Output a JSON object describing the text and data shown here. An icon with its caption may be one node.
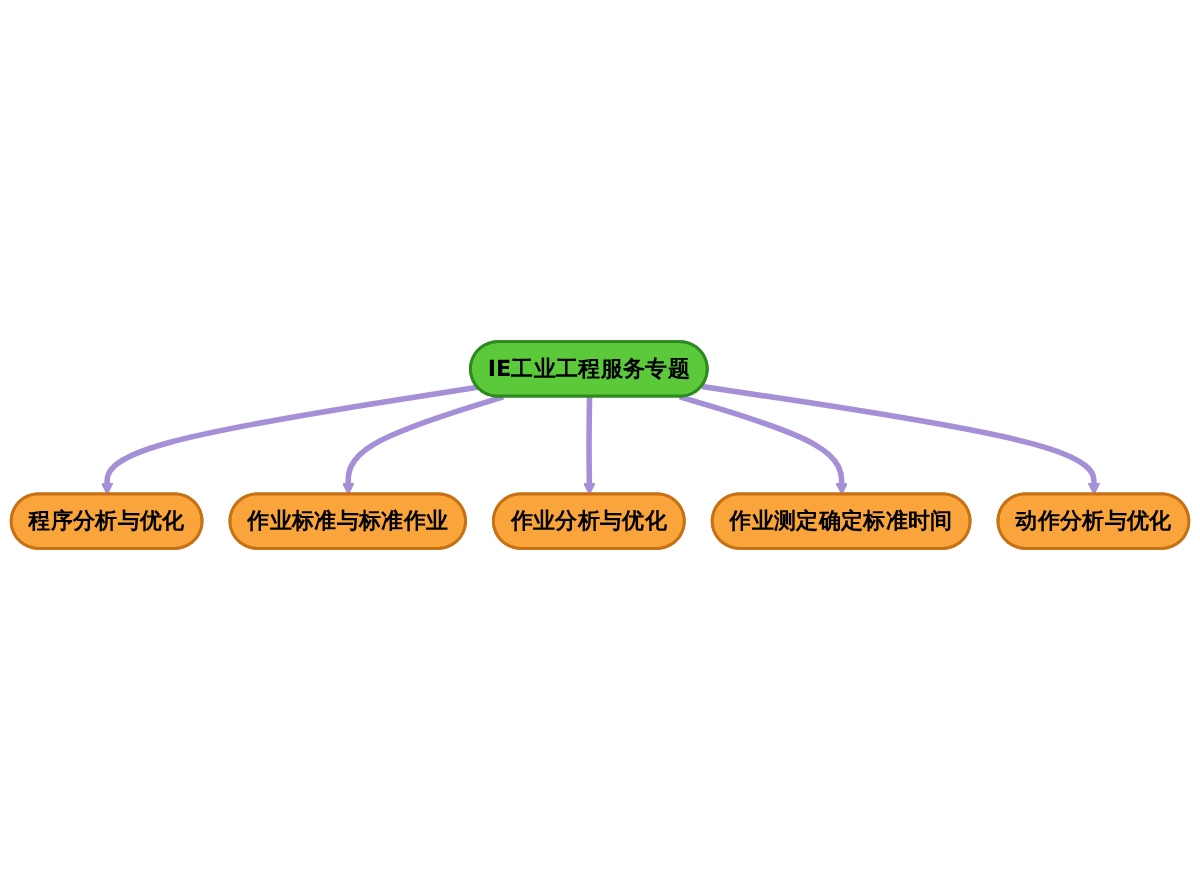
{
  "diagram": {
    "nodes": [
      {
        "text": [
          "IE工业工程服务专题"
        ]
      },
      {
        "text": [
          "程序分析与优化"
        ]
      },
      {
        "text": [
          "作业标准与标准作业"
        ]
      },
      {
        "text": [
          "作业分析与优化"
        ]
      },
      {
        "text": [
          "作业测定确定标准时间"
        ]
      },
      {
        "text": [
          "动作分析与优化"
        ]
      }
    ],
    "edges": [
      {
        "from": 0,
        "to": 1,
        "arrow": "to"
      },
      {
        "from": 0,
        "to": 2,
        "arrow": "to"
      },
      {
        "from": 0,
        "to": 3,
        "arrow": "to"
      },
      {
        "from": 0,
        "to": 4,
        "arrow": "to"
      },
      {
        "from": 0,
        "to": 5,
        "arrow": "to"
      }
    ]
  }
}
